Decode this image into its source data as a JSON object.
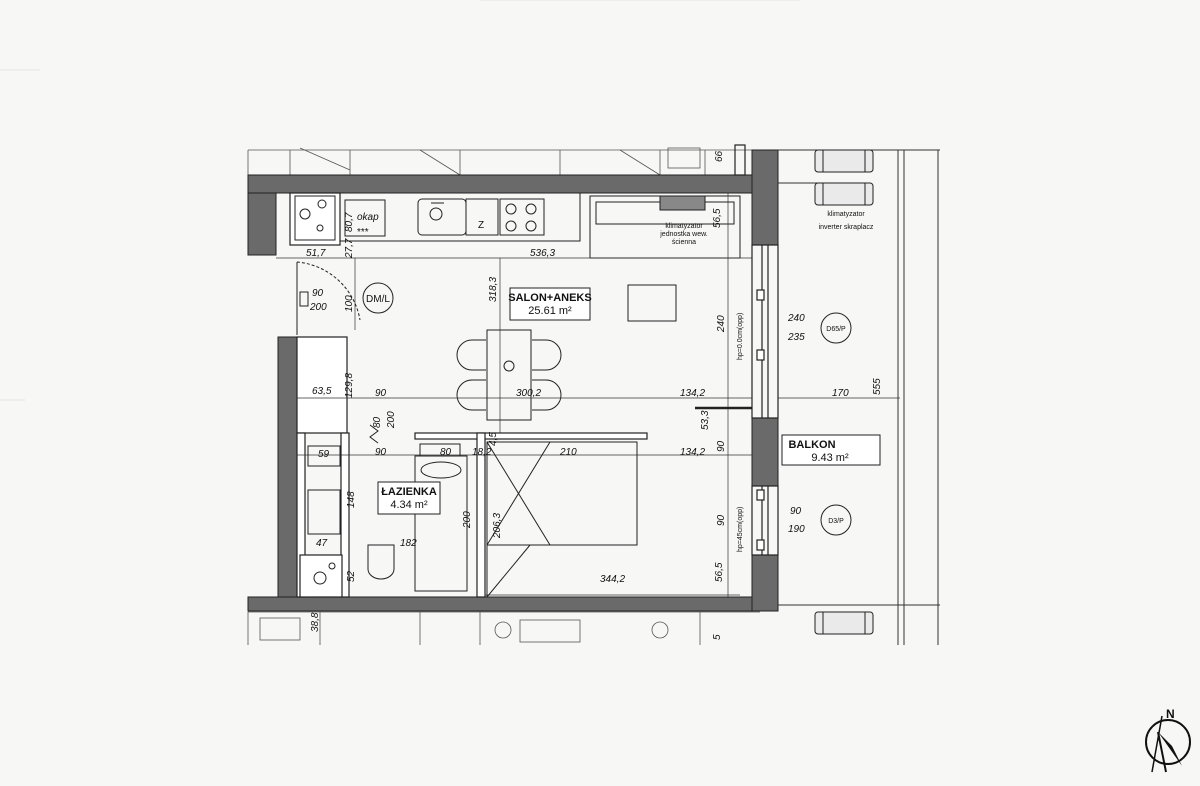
{
  "rooms": {
    "salon": {
      "name": "SALON+ANEKS",
      "area": "25.61 m²"
    },
    "bath": {
      "name": "ŁAZIENKA",
      "area": "4.34 m²"
    },
    "balcony": {
      "name": "BALKON",
      "area": "9.43 m²"
    }
  },
  "labels": {
    "dml": "DM/L",
    "okap": "okap",
    "stars": "***",
    "z": "Z",
    "ac_unit_1": "klimatyzator",
    "ac_unit_2": "jednostka wew.",
    "ac_unit_3": "ścienna",
    "ac_outdoor_1": "klimatyzator",
    "ac_outdoor_2": "inverter skraplacz",
    "window_1_code": "D65/P",
    "window_2_code": "D3/P",
    "window_1_hp": "hp=0.0cm(opp)",
    "window_2_hp": "hp=45cm(opp)"
  },
  "dimensions": {
    "d_517": "51,7",
    "d_277": "27,7",
    "d_807": "80,7",
    "d_5363": "536,3",
    "d_565_top": "56,5",
    "d_66": "66",
    "d_90_door": "90",
    "d_200_door": "200",
    "d_100": "100",
    "d_3183": "318,3",
    "d_635": "63,5",
    "d_1298": "129,8",
    "d_90_a": "90",
    "d_3002": "300,2",
    "d_1342_a": "134,2",
    "d_80": "80",
    "d_200_b": "200",
    "d_533": "53,3",
    "d_90_b": "90",
    "d_80_b": "80",
    "d_182_top": "18,2",
    "d_45": "4,5",
    "d_210": "210",
    "d_1342_b": "134,2",
    "d_59": "59",
    "d_148": "148",
    "d_47": "47",
    "d_182": "182",
    "d_52": "52",
    "d_200_c": "200",
    "d_2063": "206,3",
    "d_3442": "344,2",
    "d_565_bottom": "56,5",
    "d_90_c": "90",
    "d_90_d": "90",
    "d_240_a": "240",
    "d_240_b": "240",
    "d_235": "235",
    "d_170": "170",
    "d_555": "555",
    "d_90_e": "90",
    "d_190": "190",
    "d_388": "38,8",
    "d_5": "5"
  },
  "compass": {
    "north": "N"
  }
}
